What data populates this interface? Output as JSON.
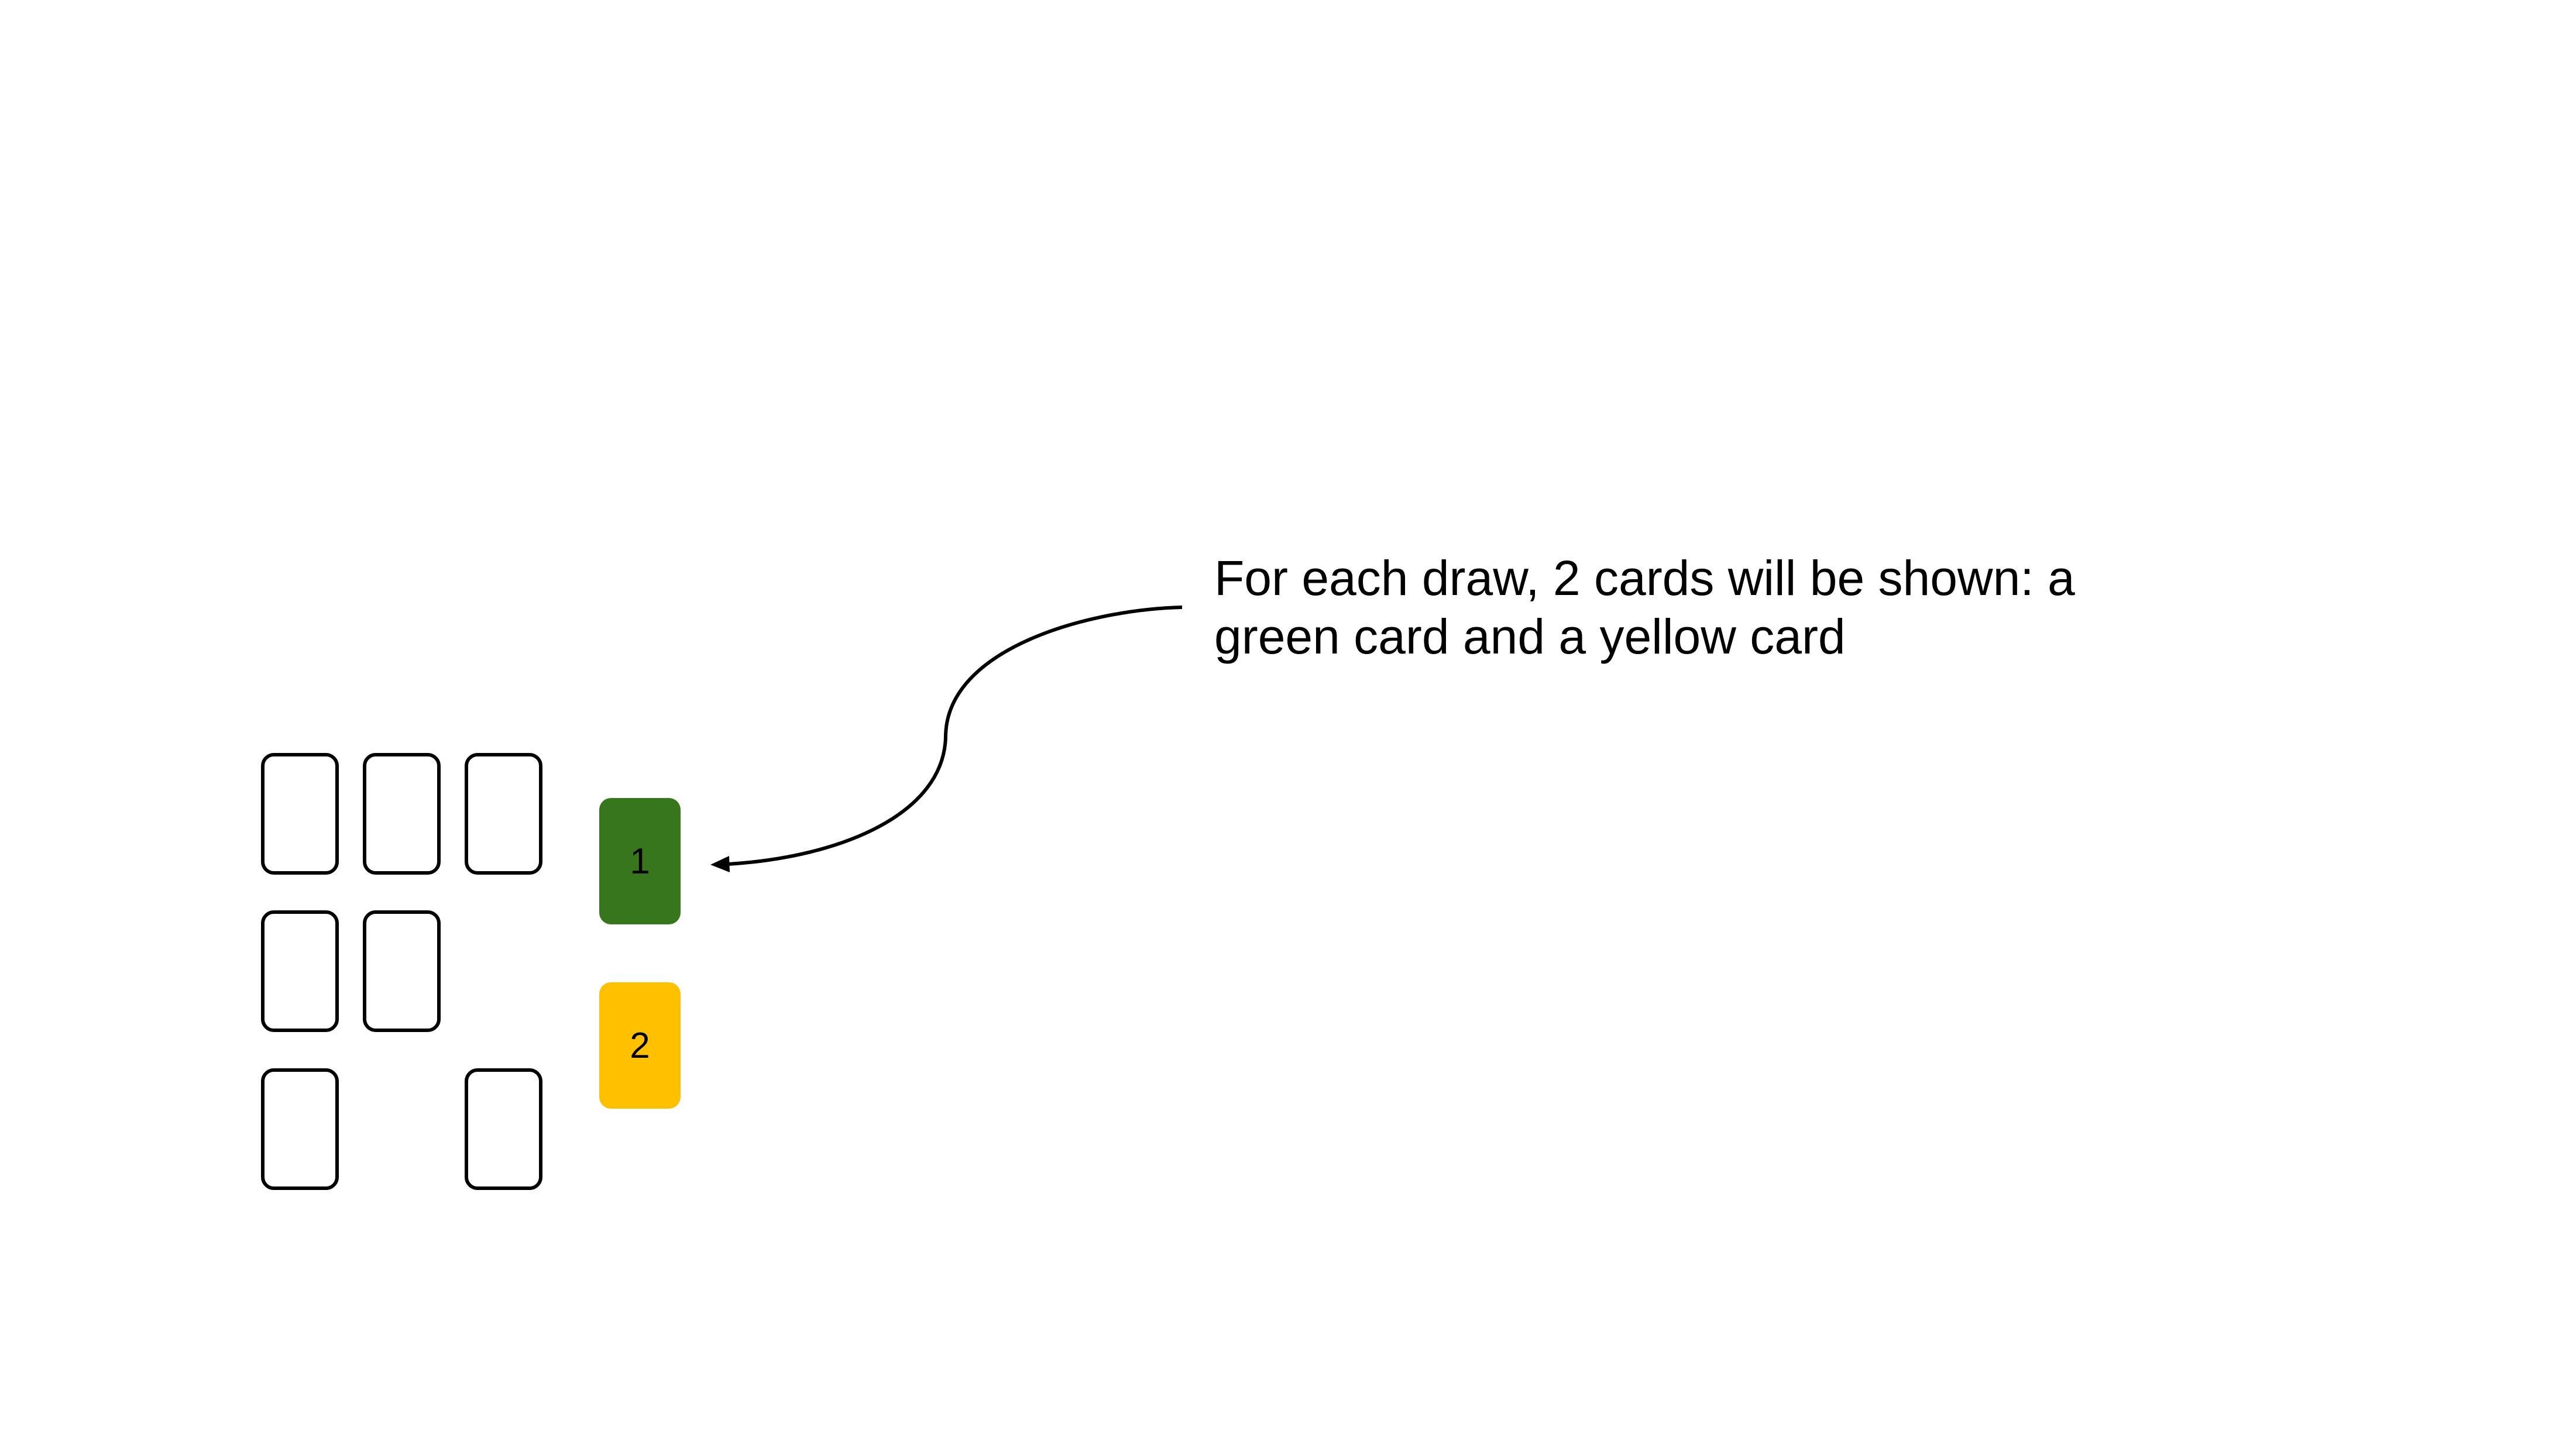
{
  "grid": {
    "rows": [
      [
        true,
        true,
        true
      ],
      [
        true,
        true,
        false
      ],
      [
        true,
        false,
        true
      ]
    ]
  },
  "cards": [
    {
      "label": "1",
      "color": "#38761d"
    },
    {
      "label": "2",
      "color": "#ffc000"
    }
  ],
  "callout": {
    "line1": "For each draw, 2 cards will be shown: a",
    "line2": "green card and a yellow card"
  }
}
